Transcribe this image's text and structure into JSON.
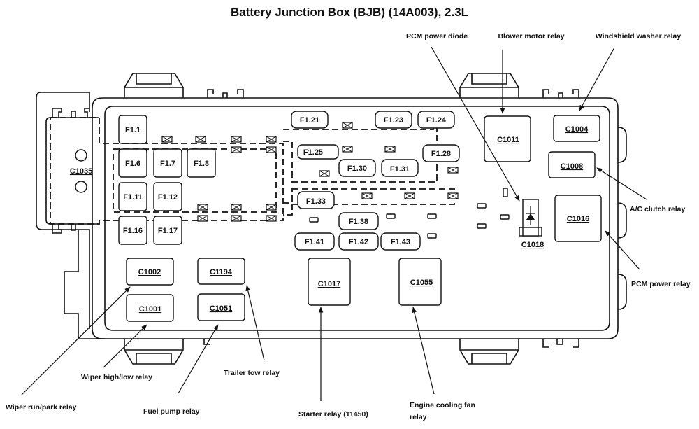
{
  "title": "Battery Junction Box (BJB) (14A003), 2.3L",
  "fuses": [
    {
      "id": "F1.1"
    },
    {
      "id": "F1.6"
    },
    {
      "id": "F1.7"
    },
    {
      "id": "F1.8"
    },
    {
      "id": "F1.11"
    },
    {
      "id": "F1.12"
    },
    {
      "id": "F1.16"
    },
    {
      "id": "F1.17"
    },
    {
      "id": "F1.21"
    },
    {
      "id": "F1.23"
    },
    {
      "id": "F1.24"
    },
    {
      "id": "F1.25"
    },
    {
      "id": "F1.28"
    },
    {
      "id": "F1.30"
    },
    {
      "id": "F1.31"
    },
    {
      "id": "F1.33"
    },
    {
      "id": "F1.38"
    },
    {
      "id": "F1.41"
    },
    {
      "id": "F1.42"
    },
    {
      "id": "F1.43"
    }
  ],
  "connectors": [
    {
      "id": "C1035"
    },
    {
      "id": "C1011"
    },
    {
      "id": "C1004"
    },
    {
      "id": "C1008"
    },
    {
      "id": "C1016"
    },
    {
      "id": "C1018"
    },
    {
      "id": "C1002"
    },
    {
      "id": "C1194"
    },
    {
      "id": "C1001"
    },
    {
      "id": "C1051"
    },
    {
      "id": "C1017"
    },
    {
      "id": "C1055"
    }
  ],
  "callouts": [
    {
      "label": "PCM power diode",
      "target": "C1018"
    },
    {
      "label": "Blower motor relay",
      "target": "C1011"
    },
    {
      "label": "Windshield washer relay",
      "target": "C1004"
    },
    {
      "label": "A/C clutch relay",
      "target": "C1008"
    },
    {
      "label": "PCM power relay",
      "target": "C1016"
    },
    {
      "label": "Trailer tow relay",
      "target": "C1194"
    },
    {
      "label": "Wiper high/low relay",
      "target": "C1001"
    },
    {
      "label": "Wiper run/park relay",
      "target": "C1002"
    },
    {
      "label": "Fuel pump relay",
      "target": "C1051"
    },
    {
      "label": "Starter relay (11450)",
      "target": "C1017"
    },
    {
      "label": "Engine cooling fan",
      "label2": "relay",
      "target": "C1055"
    }
  ]
}
